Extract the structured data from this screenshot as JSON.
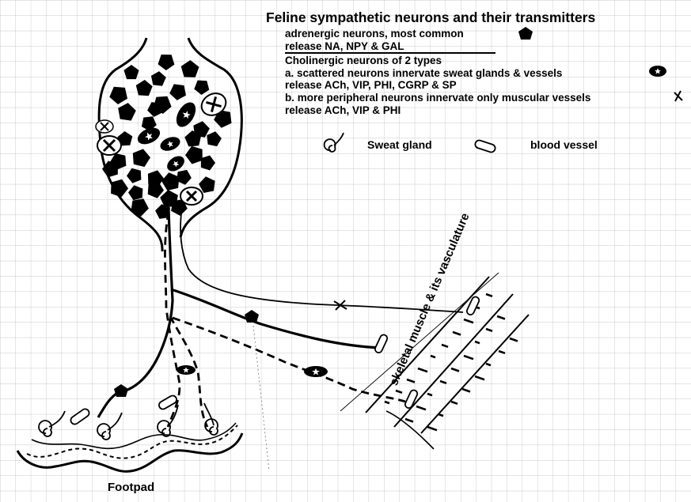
{
  "title": "Feline sympathetic neurons and their transmitters",
  "legend": {
    "adrenergic": "adrenergic neurons, most common",
    "adrenergic_release": "release NA, NPY & GAL",
    "cholinergic": "Cholinergic neurons of 2 types",
    "type_a": "a. scattered neurons innervate sweat glands & vessels",
    "type_a_release": "release ACh, VIP, PHI, CGRP & SP",
    "type_b": "b. more peripheral neurons innervate only muscular vessels",
    "type_b_release": "release ACh, VIP &  PHI",
    "sweat_gland": "Sweat gland",
    "blood_vessel": "blood vessel"
  },
  "labels": {
    "footpad": "Footpad",
    "muscle": "skeletal muscle & its vasculature"
  },
  "colors": {
    "ink": "#000000",
    "grid": "#c8c8c8",
    "paper": "#ffffff"
  },
  "icons": [
    "adrenergic-neuron-icon",
    "cholinergic-a-neuron-icon",
    "cholinergic-b-neuron-icon",
    "sweat-gland-icon",
    "blood-vessel-icon"
  ]
}
